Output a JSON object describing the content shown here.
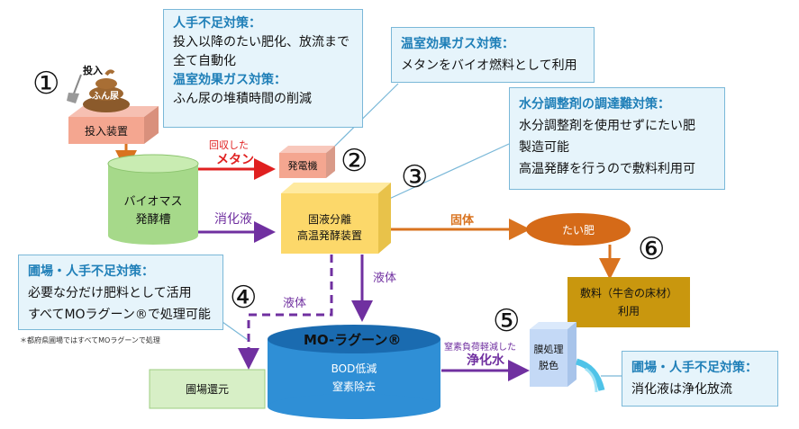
{
  "callouts": {
    "c1": {
      "title1": "人手不足対策：",
      "line1": "投入以降のたい肥化、放流まで",
      "line2": "全て自動化",
      "title2": "温室効果ガス対策：",
      "line3": "ふん尿の堆積時間の削減"
    },
    "c2": {
      "title": "温室効果ガス対策：",
      "line1": "メタンをバイオ燃料として利用"
    },
    "c3": {
      "title": "水分調整剤の調達難対策：",
      "line1": "水分調整剤を使用せずにたい肥",
      "line2": "製造可能",
      "line3": "高温発酵を行うので敷料利用可"
    },
    "c4": {
      "title": "圃場・人手不足対策：",
      "line1": "必要な分だけ肥料として活用",
      "line2": "すべてMOラグーン®で処理可能"
    },
    "c5": {
      "title": "圃場・人手不足対策：",
      "line1": "消化液は浄化放流"
    }
  },
  "numbers": {
    "n1": "①",
    "n2": "②",
    "n3": "③",
    "n4": "④",
    "n5": "⑤",
    "n6": "⑥"
  },
  "nodes": {
    "input_label": "投入",
    "poop_label": "ふん尿",
    "input_device": "投入装置",
    "biomass1": "バイオマス",
    "biomass2": "発酵槽",
    "generator": "発電機",
    "separator1": "固液分離",
    "separator2": "高温発酵装置",
    "compost": "たい肥",
    "bedding1": "敷料（牛舎の床材）",
    "bedding2": "利用",
    "lagoon": "MO-ラグーン®",
    "lagoon2": "BOD低減",
    "lagoon3": "窒素除去",
    "field": "圃場還元",
    "membrane1": "膜処理",
    "membrane2": "脱色"
  },
  "flows": {
    "recovered": "回収した",
    "methane": "メタン",
    "digestate": "消化液",
    "solid": "固体",
    "liquid_a": "液体",
    "liquid_b": "液体",
    "nitrogen_reduced": "窒素負荷軽減した",
    "purified": "浄化水"
  },
  "footnote": "＊都府県圃場ではすべてMOラグーンで処理",
  "colors": {
    "callout_title": "#1f7fb8",
    "purple": "#7030a0",
    "red": "#e02020",
    "orange": "#d9731f"
  }
}
